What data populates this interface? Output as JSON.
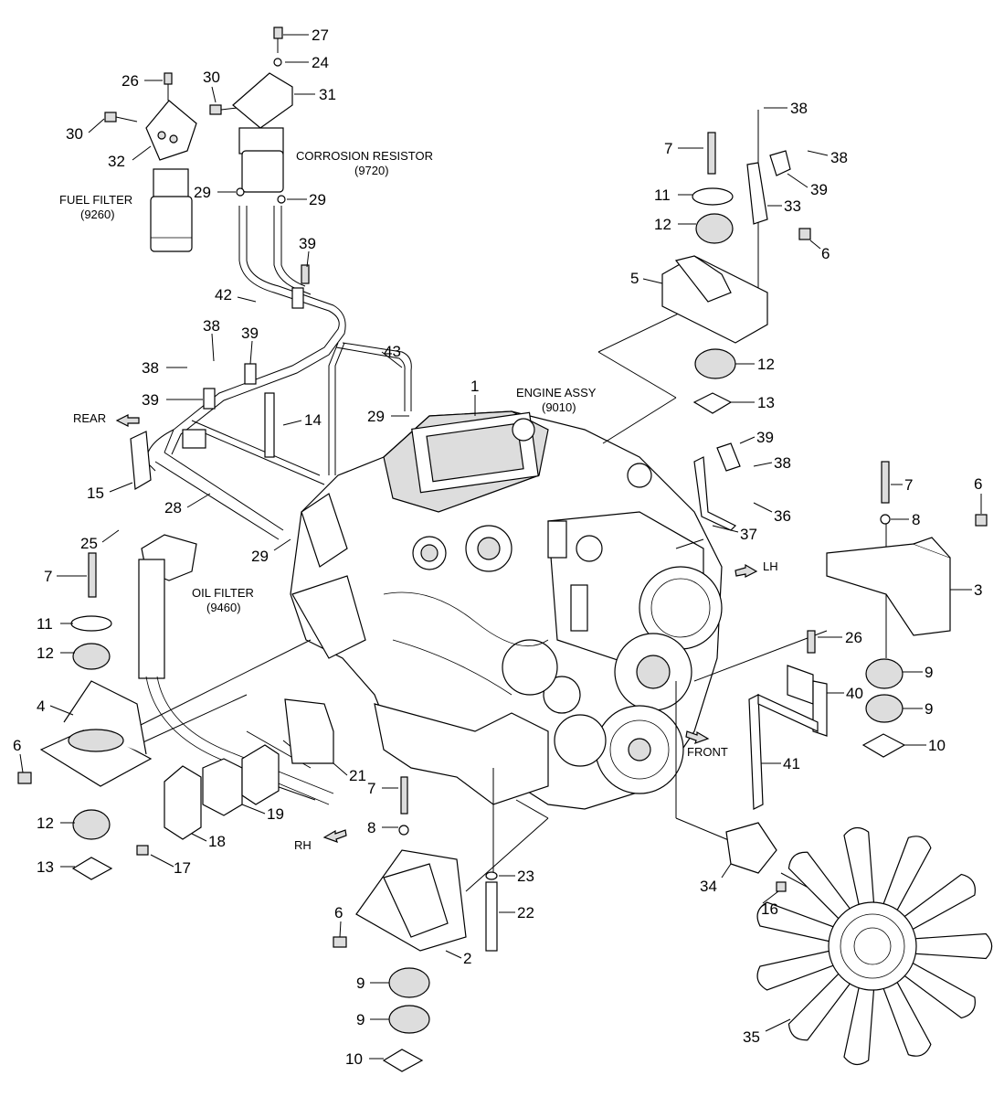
{
  "callouts": {
    "n27": "27",
    "n24": "24",
    "n26a": "26",
    "n30a": "30",
    "n31": "31",
    "n30b": "30",
    "n32": "32",
    "n29a": "29",
    "n29b": "29",
    "n39a": "39",
    "n42": "42",
    "n38a": "38",
    "n39b": "39",
    "n43": "43",
    "n38b": "38",
    "n39c": "39",
    "n14": "14",
    "n29c": "29",
    "n1": "1",
    "n15": "15",
    "n28": "28",
    "n29d": "29",
    "n25": "25",
    "n7a": "7",
    "n11a": "11",
    "n12a": "12",
    "n4": "4",
    "n6a": "6",
    "n12b": "12",
    "n13a": "13",
    "n18": "18",
    "n19": "19",
    "n17": "17",
    "n21": "21",
    "n7b": "7",
    "n8a": "8",
    "n6b": "6",
    "n2": "2",
    "n9a": "9",
    "n9b": "9",
    "n10a": "10",
    "n23": "23",
    "n22": "22",
    "n38c": "38",
    "n7c": "7",
    "n38d": "38",
    "n39d": "39",
    "n33": "33",
    "n11b": "11",
    "n12c": "12",
    "n6c": "6",
    "n5": "5",
    "n12d": "12",
    "n13b": "13",
    "n39e": "39",
    "n38e": "38",
    "n36": "36",
    "n37": "37",
    "n7d": "7",
    "n6d": "6",
    "n8b": "8",
    "n3": "3",
    "n26b": "26",
    "n9c": "9",
    "n40": "40",
    "n9d": "9",
    "n10b": "10",
    "n41": "41",
    "n34": "34",
    "n16": "16",
    "n35": "35"
  },
  "labels": {
    "corrosion_resistor": "CORROSION RESISTOR",
    "corrosion_resistor_code": "(9720)",
    "fuel_filter": "FUEL FILTER",
    "fuel_filter_code": "(9260)",
    "engine_assy": "ENGINE ASSY",
    "engine_assy_code": "(9010)",
    "oil_filter": "OIL FILTER",
    "oil_filter_code": "(9460)",
    "rear": "REAR",
    "lh": "LH",
    "front": "FRONT",
    "rh": "RH"
  }
}
